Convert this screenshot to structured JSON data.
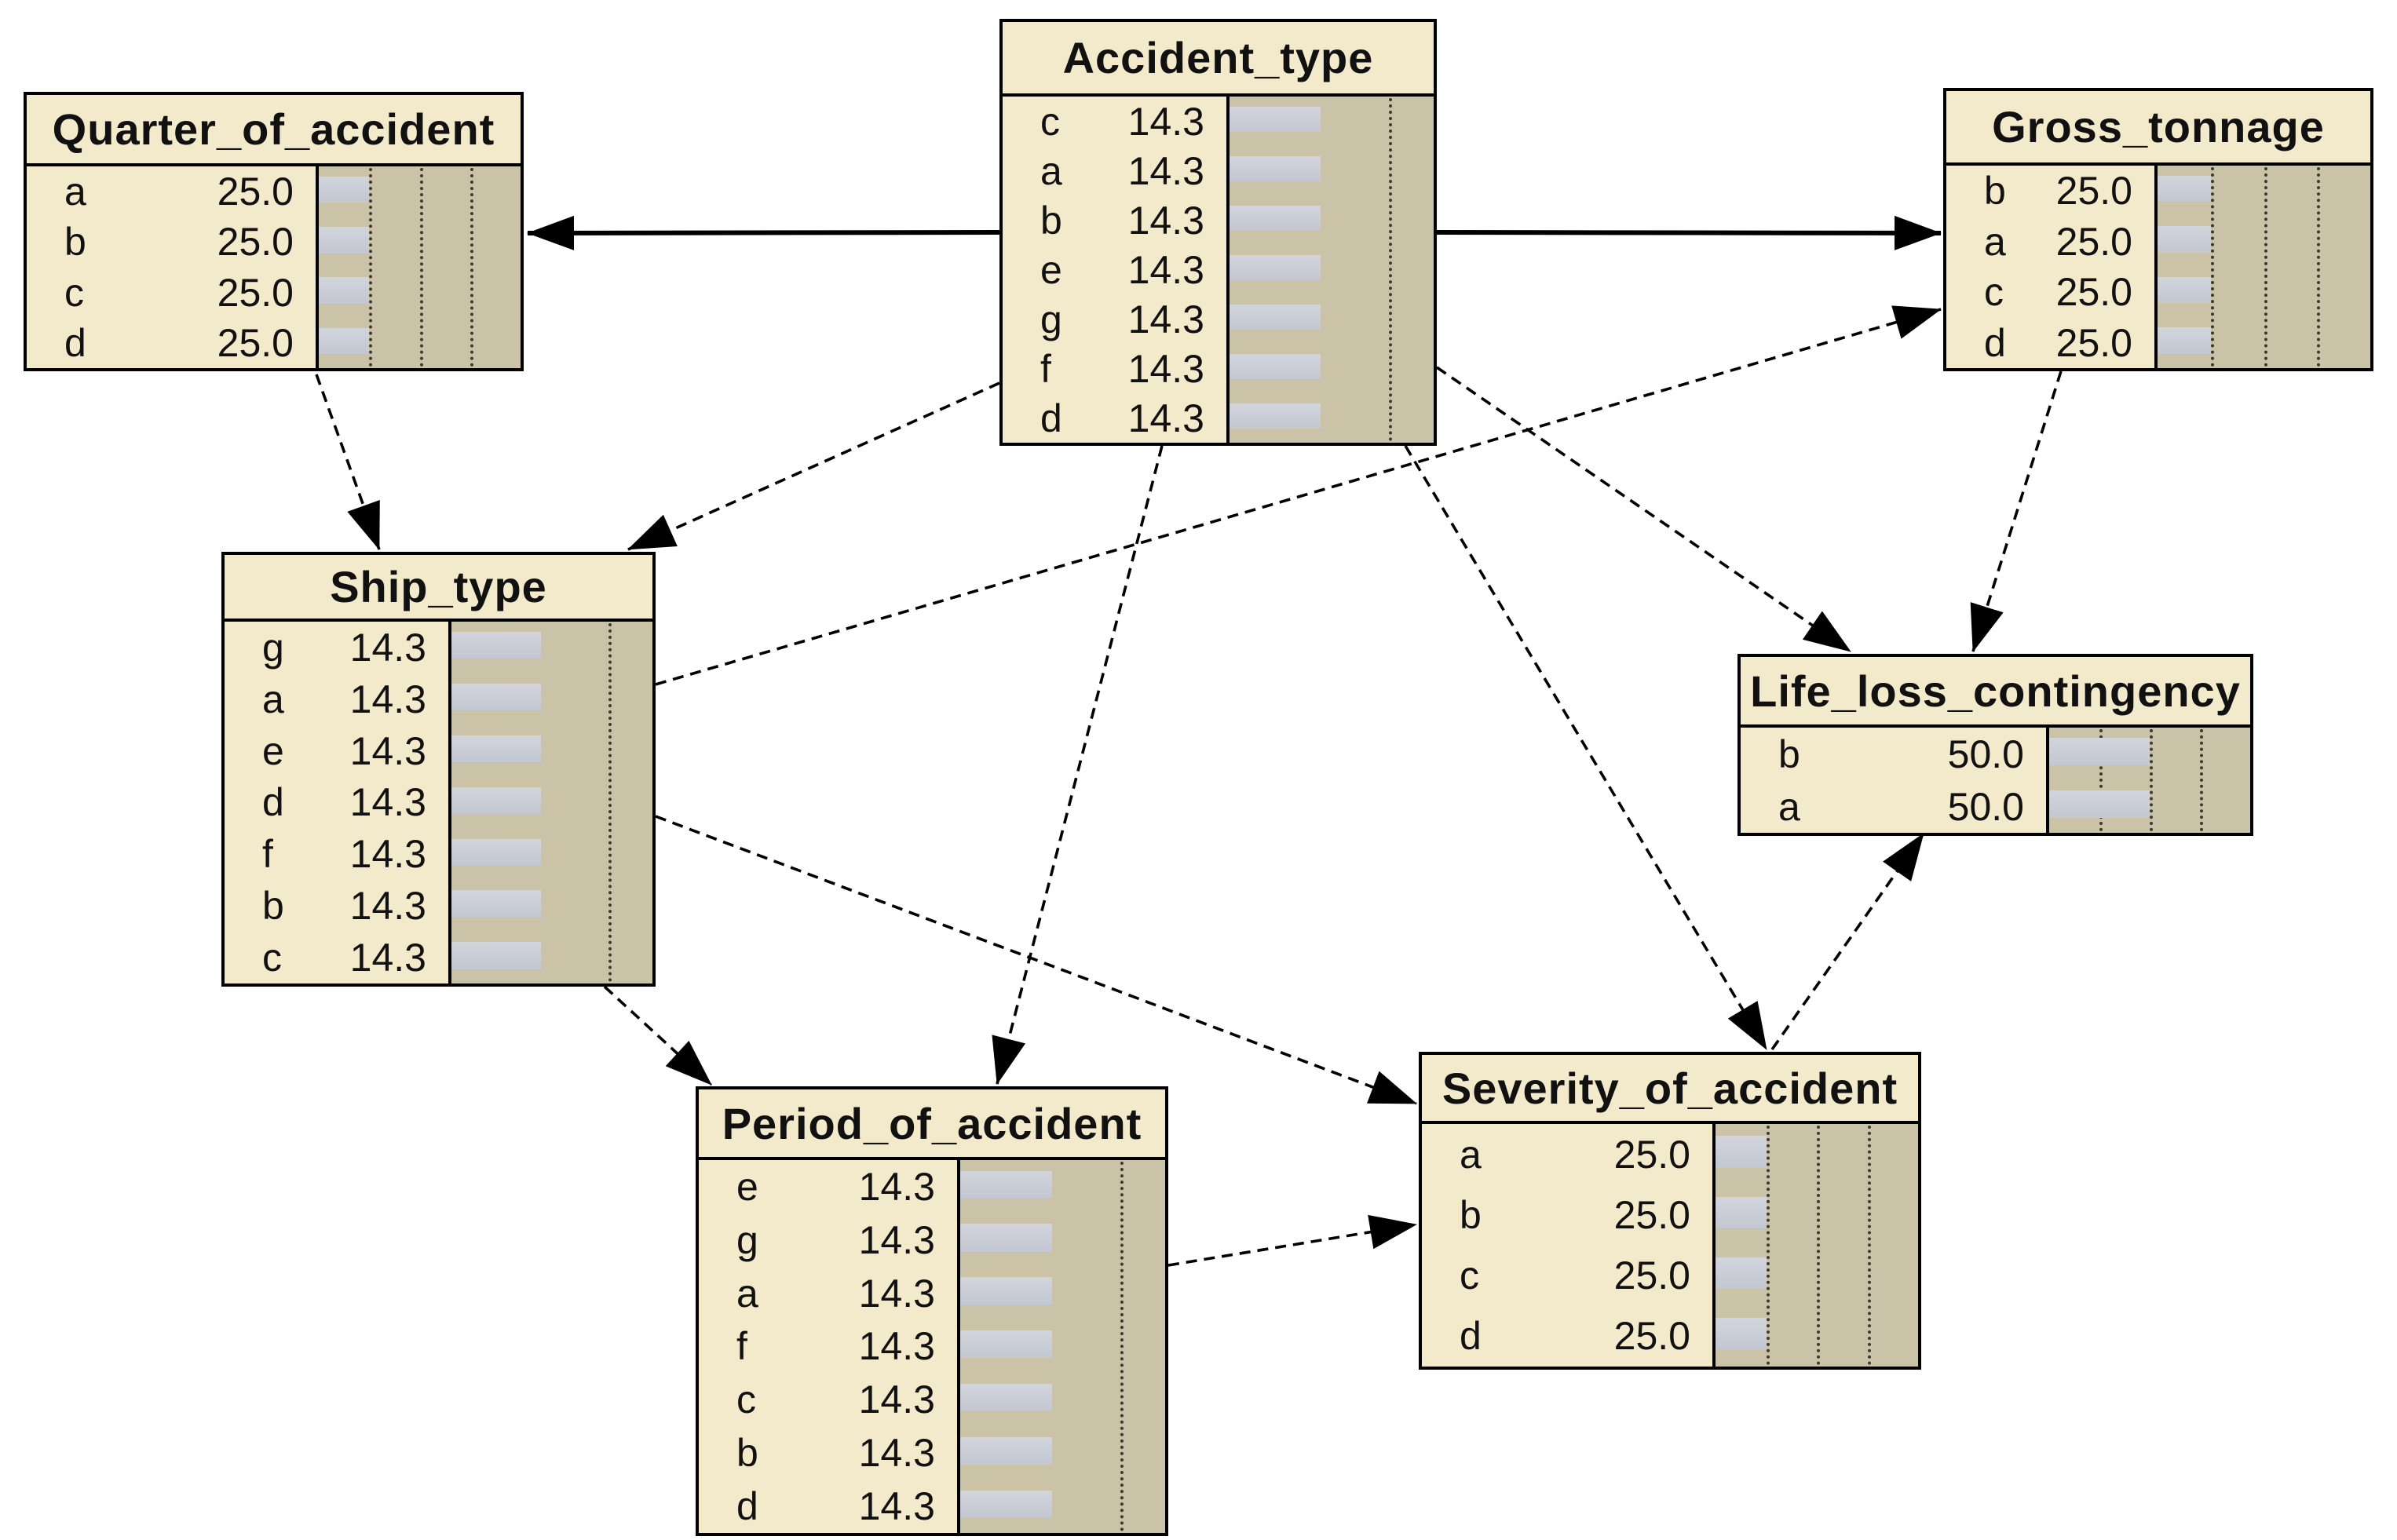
{
  "app": {
    "type": "bayesian-network-diagram"
  },
  "colors": {
    "node_fill": "#F3E9CB",
    "bar_area_fill": "#CBC3A8",
    "bar_fill": "#C8CCD5",
    "border": "#000000",
    "background": "#FFFFFF"
  },
  "nodes": [
    {
      "id": "quarter_of_accident",
      "title": "Quarter_of_accident",
      "states": [
        {
          "label": "a",
          "prob": "25.0"
        },
        {
          "label": "b",
          "prob": "25.0"
        },
        {
          "label": "c",
          "prob": "25.0"
        },
        {
          "label": "d",
          "prob": "25.0"
        }
      ]
    },
    {
      "id": "accident_type",
      "title": "Accident_type",
      "states": [
        {
          "label": "c",
          "prob": "14.3"
        },
        {
          "label": "a",
          "prob": "14.3"
        },
        {
          "label": "b",
          "prob": "14.3"
        },
        {
          "label": "e",
          "prob": "14.3"
        },
        {
          "label": "g",
          "prob": "14.3"
        },
        {
          "label": "f",
          "prob": "14.3"
        },
        {
          "label": "d",
          "prob": "14.3"
        }
      ]
    },
    {
      "id": "gross_tonnage",
      "title": "Gross_tonnage",
      "states": [
        {
          "label": "b",
          "prob": "25.0"
        },
        {
          "label": "a",
          "prob": "25.0"
        },
        {
          "label": "c",
          "prob": "25.0"
        },
        {
          "label": "d",
          "prob": "25.0"
        }
      ]
    },
    {
      "id": "ship_type",
      "title": "Ship_type",
      "states": [
        {
          "label": "g",
          "prob": "14.3"
        },
        {
          "label": "a",
          "prob": "14.3"
        },
        {
          "label": "e",
          "prob": "14.3"
        },
        {
          "label": "d",
          "prob": "14.3"
        },
        {
          "label": "f",
          "prob": "14.3"
        },
        {
          "label": "b",
          "prob": "14.3"
        },
        {
          "label": "c",
          "prob": "14.3"
        }
      ]
    },
    {
      "id": "life_loss_contingency",
      "title": "Life_loss_contingency",
      "states": [
        {
          "label": "b",
          "prob": "50.0"
        },
        {
          "label": "a",
          "prob": "50.0"
        }
      ]
    },
    {
      "id": "period_of_accident",
      "title": "Period_of_accident",
      "states": [
        {
          "label": "e",
          "prob": "14.3"
        },
        {
          "label": "g",
          "prob": "14.3"
        },
        {
          "label": "a",
          "prob": "14.3"
        },
        {
          "label": "f",
          "prob": "14.3"
        },
        {
          "label": "c",
          "prob": "14.3"
        },
        {
          "label": "b",
          "prob": "14.3"
        },
        {
          "label": "d",
          "prob": "14.3"
        }
      ]
    },
    {
      "id": "severity_of_accident",
      "title": "Severity_of_accident",
      "states": [
        {
          "label": "a",
          "prob": "25.0"
        },
        {
          "label": "b",
          "prob": "25.0"
        },
        {
          "label": "c",
          "prob": "25.0"
        },
        {
          "label": "d",
          "prob": "25.0"
        }
      ]
    }
  ],
  "edges": [
    {
      "from": "accident_type",
      "to": "quarter_of_accident"
    },
    {
      "from": "accident_type",
      "to": "gross_tonnage"
    },
    {
      "from": "accident_type",
      "to": "ship_type"
    },
    {
      "from": "accident_type",
      "to": "period_of_accident"
    },
    {
      "from": "accident_type",
      "to": "severity_of_accident"
    },
    {
      "from": "accident_type",
      "to": "life_loss_contingency"
    },
    {
      "from": "quarter_of_accident",
      "to": "ship_type"
    },
    {
      "from": "ship_type",
      "to": "gross_tonnage"
    },
    {
      "from": "ship_type",
      "to": "severity_of_accident"
    },
    {
      "from": "ship_type",
      "to": "period_of_accident"
    },
    {
      "from": "gross_tonnage",
      "to": "life_loss_contingency"
    },
    {
      "from": "period_of_accident",
      "to": "severity_of_accident"
    },
    {
      "from": "severity_of_accident",
      "to": "life_loss_contingency"
    }
  ]
}
